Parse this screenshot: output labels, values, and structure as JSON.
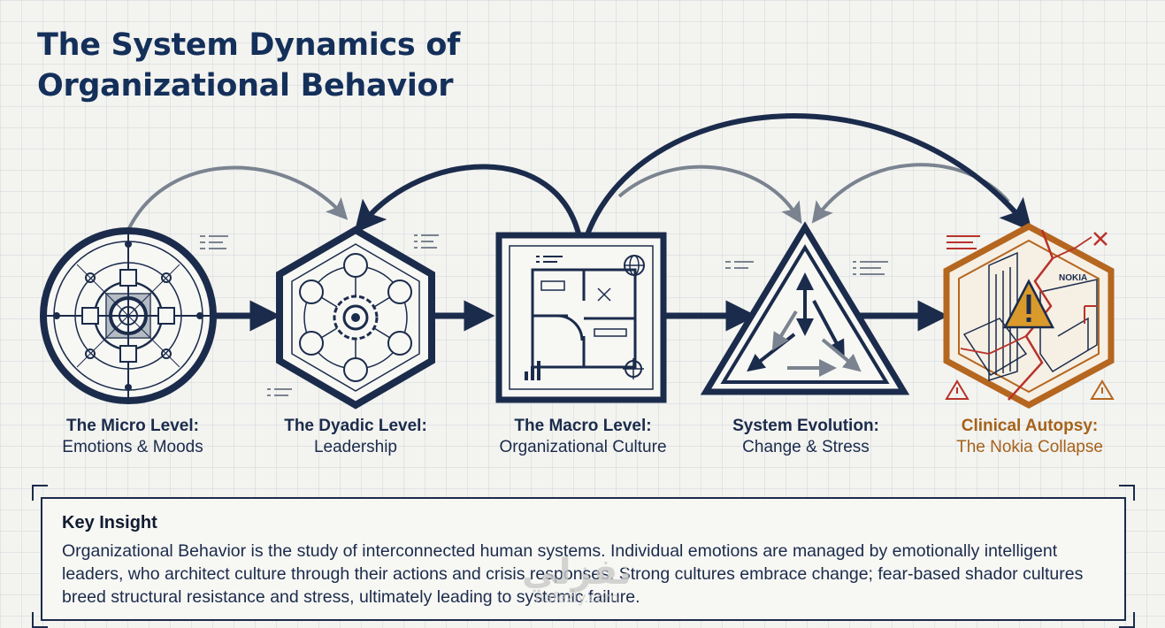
{
  "title": {
    "line1": "The System Dynamics of",
    "line2": "Organizational Behavior"
  },
  "stages": [
    {
      "title": "The Micro Level:",
      "subtitle": "Emotions & Moods",
      "icon": "radial-target-icon"
    },
    {
      "title": "The Dyadic Level:",
      "subtitle": "Leadership",
      "icon": "hexagon-gear-network-icon"
    },
    {
      "title": "The Macro Level:",
      "subtitle": "Organizational Culture",
      "icon": "blueprint-floorplan-icon"
    },
    {
      "title": "System Evolution:",
      "subtitle": "Change & Stress",
      "icon": "triangle-arrows-icon"
    },
    {
      "title": "Clinical Autopsy:",
      "subtitle": "The Nokia Collapse",
      "icon": "cracked-hexagon-warning-icon"
    }
  ],
  "nokia_label": "NOKIA",
  "insight": {
    "heading": "Key Insight",
    "body": "Organizational Behavior is the study of interconnected human systems. Individual emotions are managed by emotionally intelligent leaders, who architect culture through their actions and crisis responses. Strong cultures embrace change; fear-based shador cultures breed structural resistance and stress, ultimately leading to systemic failure."
  },
  "watermark": {
    "arabic": "نفزلي",
    "url": "nafezly.com"
  },
  "colors": {
    "navy": "#1b2b4b",
    "gray_arrow": "#7a838f",
    "alert": "#b5661f",
    "alert_red": "#b8322a",
    "warning": "#d99a2b"
  }
}
